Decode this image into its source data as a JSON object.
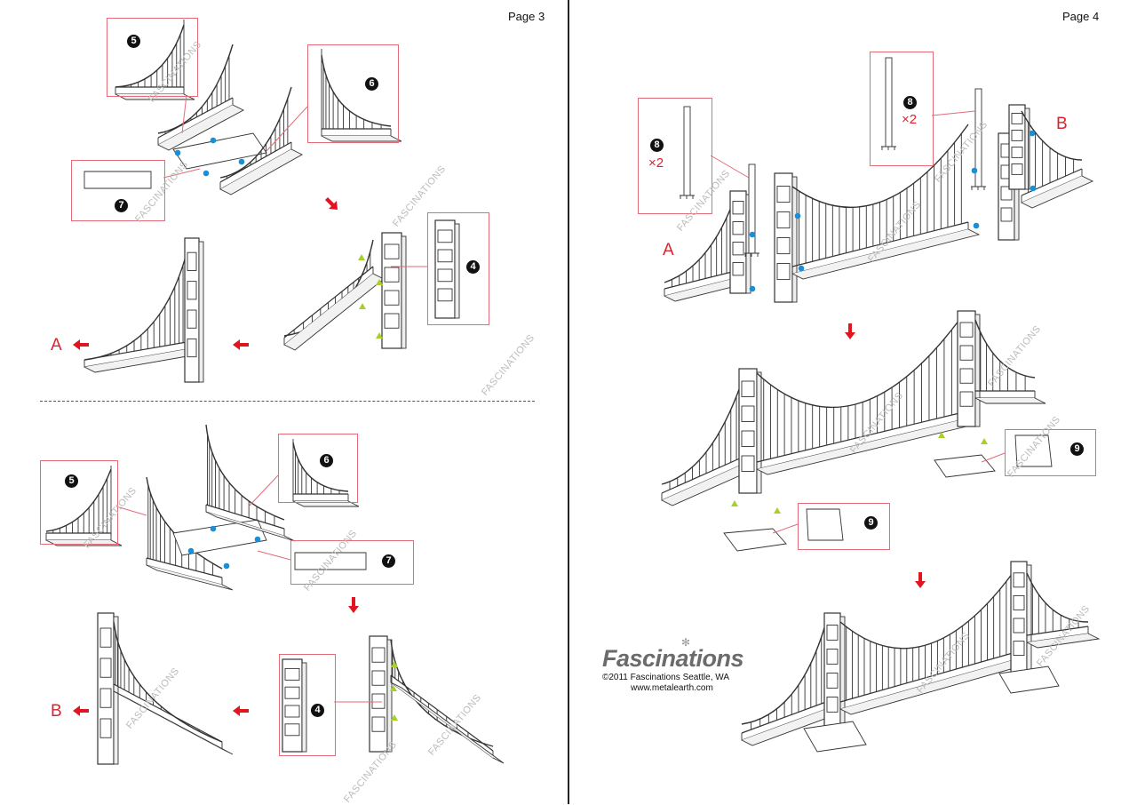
{
  "pages": [
    {
      "label": "Page 3"
    },
    {
      "label": "Page 4"
    }
  ],
  "parts": {
    "p5": "5",
    "p6": "6",
    "p7": "7",
    "p4": "4",
    "p8": "8",
    "p9": "9",
    "qty_x2": "×2"
  },
  "labels": {
    "a": "A",
    "b": "B"
  },
  "watermark": "FASCINATIONS",
  "brand": {
    "logo": "Fascinations",
    "copyright": "©2011 Fascinations Seattle, WA",
    "website": "www.metalearth.com"
  },
  "colors": {
    "callout": "#e46b78",
    "arrow": "#e0151f",
    "dot": "#1a8fd6",
    "triangle": "#a8cf2a"
  }
}
